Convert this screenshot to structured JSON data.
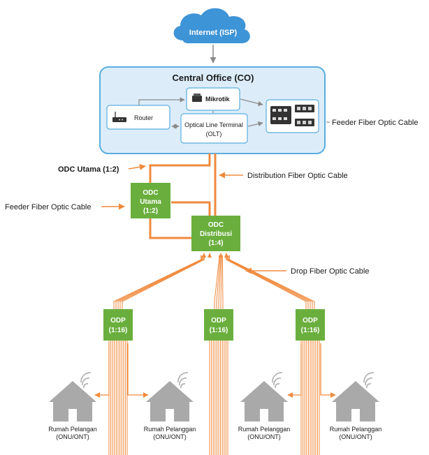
{
  "internet": {
    "label": "Internet (ISP)"
  },
  "central_office": {
    "title": "Central Office (CO)",
    "mikrotik": "Mikrotik",
    "router": "Router",
    "olt_line1": "Optical Line Terminal",
    "olt_line2": "(OLT)"
  },
  "labels": {
    "feeder_right": "Feeder Fiber Optic Cable",
    "odc_utama_note": "ODC Utama (1:2)",
    "distribution_cable": "Distribution Fiber Optic Cable",
    "feeder_left": "Feeder Fiber Optic Cable",
    "drop_cable": "Drop Fiber Optic Cable"
  },
  "odc_utama": {
    "line1": "ODC",
    "line2": "Utama",
    "line3": "(1:2)"
  },
  "odc_distribusi": {
    "line1": "ODC",
    "line2": "Distribusi",
    "line3": "(1:4)"
  },
  "odp": [
    {
      "line1": "ODP",
      "line2": "(1:16)"
    },
    {
      "line1": "ODP",
      "line2": "(1:16)"
    },
    {
      "line1": "ODP",
      "line2": "(1:16)"
    }
  ],
  "houses": [
    {
      "line1": "Rumah Pelangan",
      "line2": "(ONU/ONT)"
    },
    {
      "line1": "Rumah Pelanggan",
      "line2": "(ONU/ONT)"
    },
    {
      "line1": "Rumah Pelanggan",
      "line2": "(ONU/ONT)"
    },
    {
      "line1": "Rumah Pelanggan",
      "line2": "(ONU/ONT)"
    }
  ],
  "colors": {
    "cloud": "#3d94d6",
    "co_fill": "#dcedf9",
    "co_stroke": "#5aaee0",
    "fiber": "#f08a3c",
    "node_green": "#6aaf3d",
    "house": "#a9a9a9",
    "arrow_gray": "#8a8a8a"
  }
}
